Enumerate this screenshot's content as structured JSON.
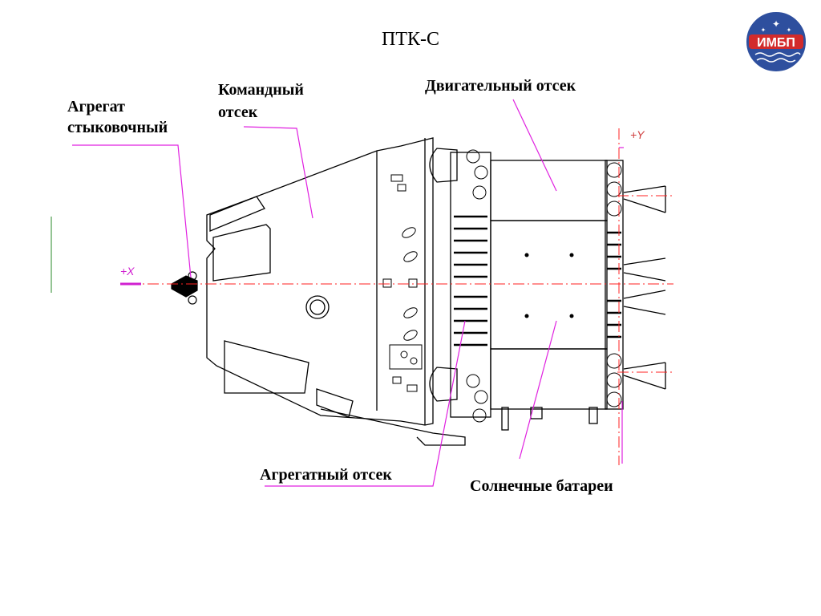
{
  "title": "ПТК-С",
  "logo": {
    "text": "ИМБП",
    "colors": {
      "circle": "#2e4f9e",
      "text_bg": "#d22b2b"
    }
  },
  "labels": {
    "docking": [
      "Агрегат",
      "стыковочный"
    ],
    "command": [
      "Командный",
      "отсек"
    ],
    "engine": "Двигательный отсек",
    "aggregate": "Агрегатный отсек",
    "solar": "Солнечные батареи"
  },
  "axes": {
    "x": "+X",
    "y": "+Y"
  },
  "colors": {
    "leader_lines": "#e020e0",
    "axis_lines": "#ff2020",
    "drawing": "#000000"
  }
}
